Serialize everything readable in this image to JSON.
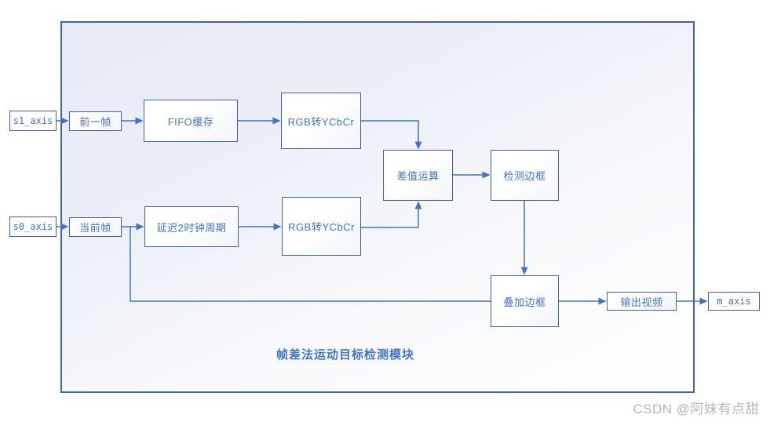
{
  "diagram": {
    "title": "帧差法运动目标检测模块",
    "watermark": "CSDN @阿妹有点甜",
    "colors": {
      "line": "#4472c4",
      "node_border": "#3b62ae",
      "node_text": "#4472c4",
      "container_border": "#3c63ae",
      "container_fill_top": "#e7eaf5",
      "watermark_text": "#b5b7ba",
      "page_background": "#ffffff"
    },
    "nodes": {
      "s1_axis": "s1_axis",
      "prev_frame": "前一帧",
      "fifo_buffer": "FIFO缓存",
      "rgb_to_ycbcr_top": "RGB转YCbCr",
      "s0_axis": "s0_axis",
      "current_frame": "当前帧",
      "delay_2_clock": "延迟2时钟周期",
      "rgb_to_ycbcr_bottom": "RGB转YCbCr",
      "diff_operation": "差值运算",
      "detect_border": "检测边框",
      "overlay_border": "叠加边框",
      "output_video": "输出视频",
      "m_axis": "m_axis"
    }
  }
}
